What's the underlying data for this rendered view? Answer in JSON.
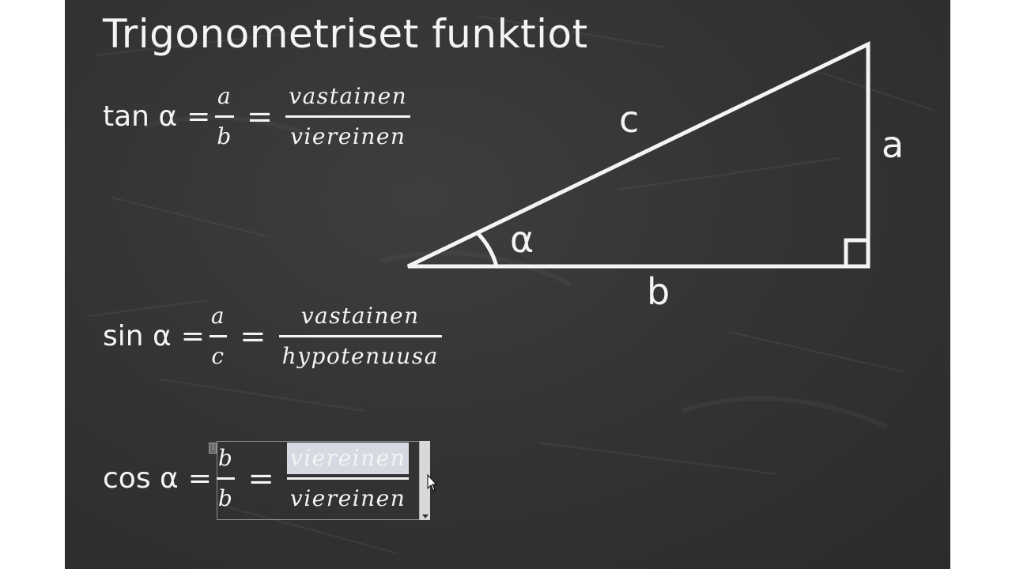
{
  "slide": {
    "title": "Trigonometriset funktiot",
    "formulas": {
      "tan": {
        "fn": "tan α",
        "eq1": "=",
        "num1": "a",
        "den1": "b",
        "eq2": "=",
        "num2": "vastainen",
        "den2": "viereinen"
      },
      "sin": {
        "fn": "sin α",
        "eq1": "=",
        "num1": "a",
        "den1": "c",
        "eq2": "=",
        "num2": "vastainen",
        "den2": "hypotenuusa"
      },
      "cos": {
        "fn": "cos α",
        "eq1": "=",
        "num1": "b",
        "den1": "b",
        "eq2": "=",
        "num2": "viereinen",
        "den2": "viereinen"
      }
    },
    "triangle": {
      "hypotenuse_label": "c",
      "opposite_label": "a",
      "adjacent_label": "b",
      "angle_label": "α"
    }
  },
  "colors": {
    "chalkboard": "#343434",
    "chalk": "#f4f4f4",
    "selection": "#d6d8e2"
  }
}
